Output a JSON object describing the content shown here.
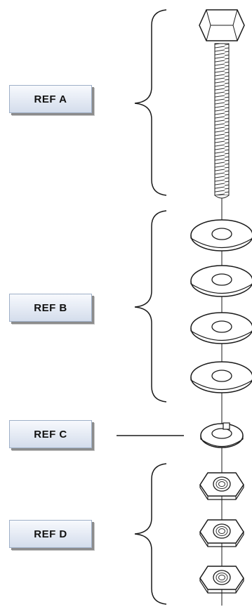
{
  "labels": {
    "ref_a": "REF A",
    "ref_b": "REF B",
    "ref_c": "REF C",
    "ref_d": "REF D"
  },
  "parts": {
    "bolt": "hex-head-bolt-icon",
    "washers": "flat-washer-icon",
    "lock_washer": "split-lock-washer-icon",
    "nuts": "hex-nut-icon"
  },
  "colors": {
    "line": "#1a1a1a",
    "part_fill": "#ffffff",
    "label_border": "#9fb0c8",
    "label_shadow": "#8c8c8c"
  }
}
